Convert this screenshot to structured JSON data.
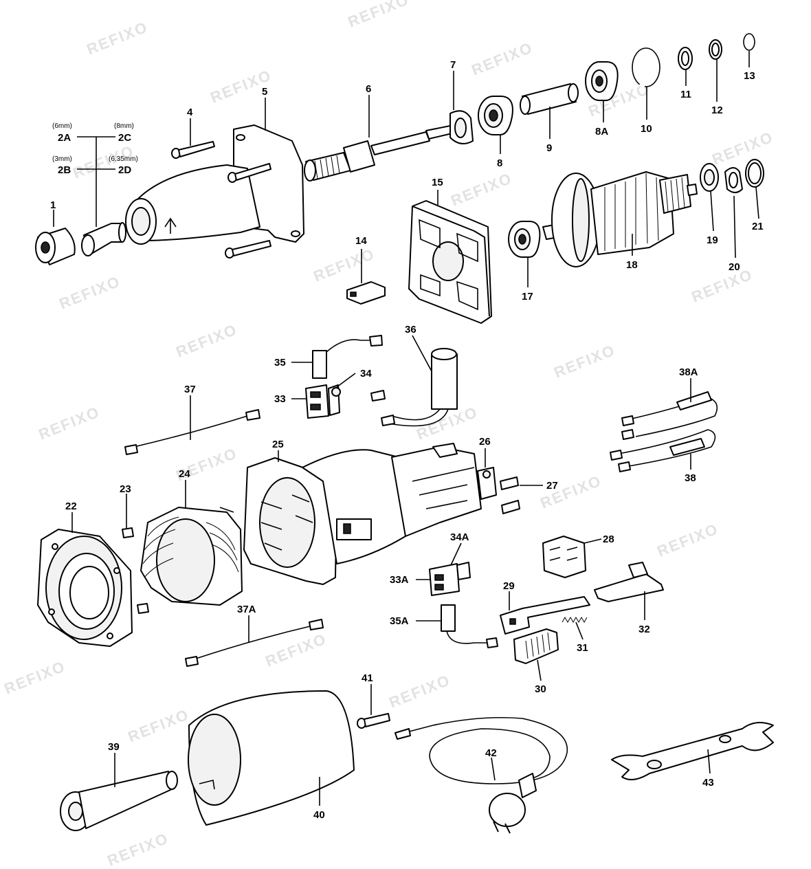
{
  "watermark": "REFIXO",
  "labels": [
    {
      "id": "1",
      "text": "1"
    },
    {
      "id": "2A",
      "text": "2A"
    },
    {
      "id": "2B",
      "text": "2B"
    },
    {
      "id": "2C",
      "text": "2C"
    },
    {
      "id": "2D",
      "text": "2D"
    },
    {
      "id": "3",
      "text": "4"
    },
    {
      "id": "5",
      "text": "5"
    },
    {
      "id": "6",
      "text": "6"
    },
    {
      "id": "7",
      "text": "7"
    },
    {
      "id": "8",
      "text": "8"
    },
    {
      "id": "8A",
      "text": "8A"
    },
    {
      "id": "9",
      "text": "9"
    },
    {
      "id": "10",
      "text": "10"
    },
    {
      "id": "11",
      "text": "11"
    },
    {
      "id": "12",
      "text": "12"
    },
    {
      "id": "13",
      "text": "13"
    },
    {
      "id": "14",
      "text": "14"
    },
    {
      "id": "15",
      "text": "15"
    },
    {
      "id": "17",
      "text": "17"
    },
    {
      "id": "18",
      "text": "18"
    },
    {
      "id": "19",
      "text": "19"
    },
    {
      "id": "20",
      "text": "20"
    },
    {
      "id": "21",
      "text": "21"
    },
    {
      "id": "22",
      "text": "22"
    },
    {
      "id": "23",
      "text": "23"
    },
    {
      "id": "24",
      "text": "24"
    },
    {
      "id": "25",
      "text": "25"
    },
    {
      "id": "26",
      "text": "26"
    },
    {
      "id": "27",
      "text": "27"
    },
    {
      "id": "28",
      "text": "28"
    },
    {
      "id": "29",
      "text": "29"
    },
    {
      "id": "30",
      "text": "30"
    },
    {
      "id": "31",
      "text": "31"
    },
    {
      "id": "32",
      "text": "32"
    },
    {
      "id": "33",
      "text": "33"
    },
    {
      "id": "33A",
      "text": "33A"
    },
    {
      "id": "34",
      "text": "34"
    },
    {
      "id": "34A",
      "text": "34A"
    },
    {
      "id": "35",
      "text": "35"
    },
    {
      "id": "35A",
      "text": "35A"
    },
    {
      "id": "36",
      "text": "36"
    },
    {
      "id": "37",
      "text": "37"
    },
    {
      "id": "37A",
      "text": "37A"
    },
    {
      "id": "38",
      "text": "38"
    },
    {
      "id": "38A",
      "text": "38A"
    },
    {
      "id": "39",
      "text": "39"
    },
    {
      "id": "40",
      "text": "40"
    },
    {
      "id": "41",
      "text": "41"
    },
    {
      "id": "42",
      "text": "42"
    },
    {
      "id": "43",
      "text": "43"
    }
  ],
  "sizes": {
    "2A": "(6mm)",
    "2B": "(3mm)",
    "2C": "(8mm)",
    "2D": "(6,35mm)"
  }
}
